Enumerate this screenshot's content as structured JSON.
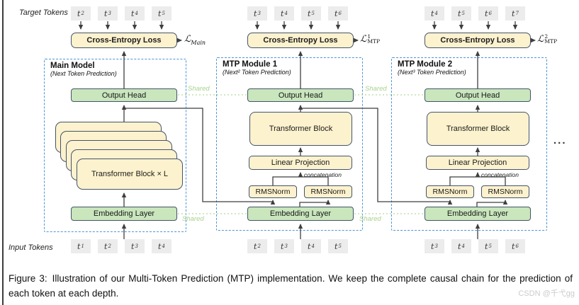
{
  "figure": {
    "target_tokens_label": "Target Tokens",
    "input_tokens_label": "Input Tokens",
    "token_symbol": "t",
    "shared_label": "Shared",
    "ellipsis": "...",
    "caption_prefix": "Figure 3:",
    "caption_body": "Illustration of our Multi-Token Prediction (MTP) implementation. We keep the complete causal chain for the prediction of each token at each depth.",
    "watermark": "CSDN @千弋gg"
  },
  "loss": {
    "symbol": "ℒ"
  },
  "labels": {
    "concatenation": "concatenation"
  },
  "colors": {
    "box_cream": "#fdf2ce",
    "box_green": "#c9e6bd",
    "box_border": "#44546a",
    "dashed_module_border": "#4e94d8",
    "shared_green": "#a9d18e",
    "token_gray": "#ececec",
    "arrow": "#3f3f3f"
  },
  "modules": [
    {
      "title": "Main Model",
      "subtitle": "(Next Token Prediction)",
      "cross_entropy": "Cross-Entropy Loss",
      "loss_sup": "",
      "loss_sub": "Main",
      "output_head": "Output Head",
      "transformer_stack": "Transformer Block × L",
      "embedding": "Embedding Layer",
      "target_tokens": [
        "2",
        "3",
        "4",
        "5"
      ],
      "input_tokens": [
        "1",
        "2",
        "3",
        "4"
      ]
    },
    {
      "title": "MTP Module 1",
      "subtitle": "(Next² Token Prediction)",
      "cross_entropy": "Cross-Entropy Loss",
      "loss_sup": "1",
      "loss_sub": "MTP",
      "output_head": "Output Head",
      "transformer_block": "Transformer Block",
      "linear_projection": "Linear Projection",
      "rmsnorm_left": "RMSNorm",
      "rmsnorm_right": "RMSNorm",
      "embedding": "Embedding Layer",
      "target_tokens": [
        "3",
        "4",
        "5",
        "6"
      ],
      "input_tokens": [
        "2",
        "3",
        "4",
        "5"
      ]
    },
    {
      "title": "MTP Module 2",
      "subtitle": "(Next³ Token Prediction)",
      "cross_entropy": "Cross-Entropy Loss",
      "loss_sup": "2",
      "loss_sub": "MTP",
      "output_head": "Output Head",
      "transformer_block": "Transformer Block",
      "linear_projection": "Linear Projection",
      "rmsnorm_left": "RMSNorm",
      "rmsnorm_right": "RMSNorm",
      "embedding": "Embedding Layer",
      "target_tokens": [
        "4",
        "5",
        "6",
        "7"
      ],
      "input_tokens": [
        "3",
        "4",
        "5",
        "6"
      ]
    }
  ]
}
